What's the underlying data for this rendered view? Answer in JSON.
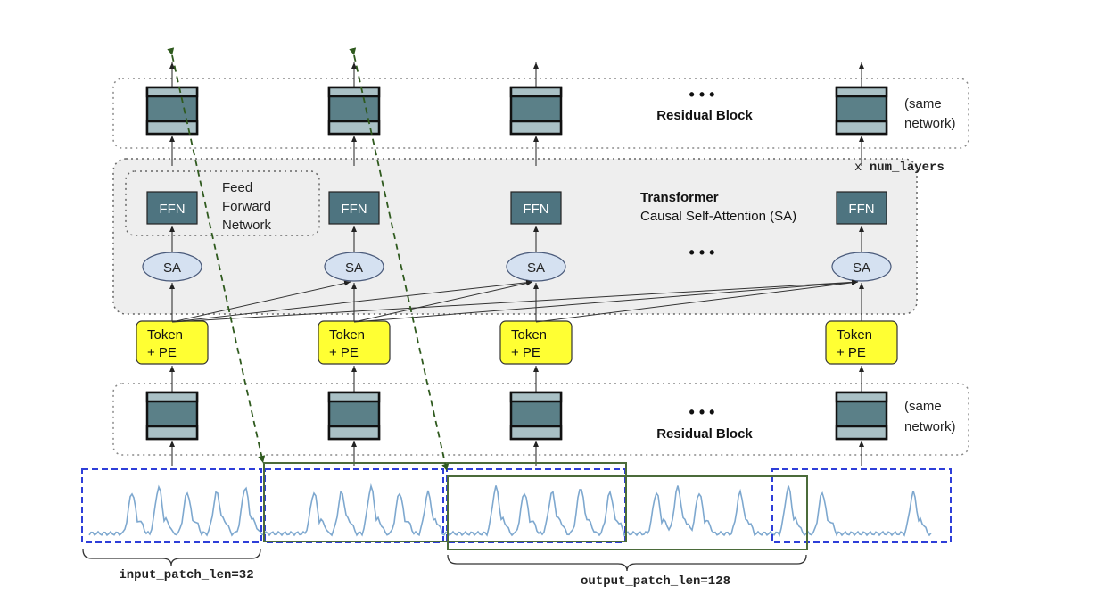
{
  "top_block": {
    "ellipsis": "• • •",
    "label": "Residual Block",
    "note_line1": "(same",
    "note_line2": "network)",
    "multiplier_prefix": "x ",
    "multiplier_name": "num_layers"
  },
  "transformer": {
    "title": "Transformer",
    "subtitle": "Causal Self-Attention (SA)",
    "ellipsis": "• • •",
    "ffn_label": "FFN",
    "sa_label": "SA",
    "ffn_legend": [
      "Feed",
      "Forward",
      "Network"
    ]
  },
  "tokens": {
    "line1": "Token",
    "line2": "+ PE"
  },
  "bottom_block": {
    "ellipsis": "• • •",
    "label": "Residual Block",
    "note_line1": "(same",
    "note_line2": "network)"
  },
  "annotations": {
    "input_patch": "input_patch_len=32",
    "output_patch": "output_patch_len=128"
  },
  "colors": {
    "block_dark": "#5b8088",
    "block_light": "#a9c0c5",
    "ffn": "#4e7480",
    "sa": "#d5e1f1",
    "token": "#ffff33",
    "series": "#7ea8cf",
    "input_patch_border": "#2e3ed8",
    "output_patch_border": "#4b6b3a",
    "panel": "#eeeeee"
  }
}
